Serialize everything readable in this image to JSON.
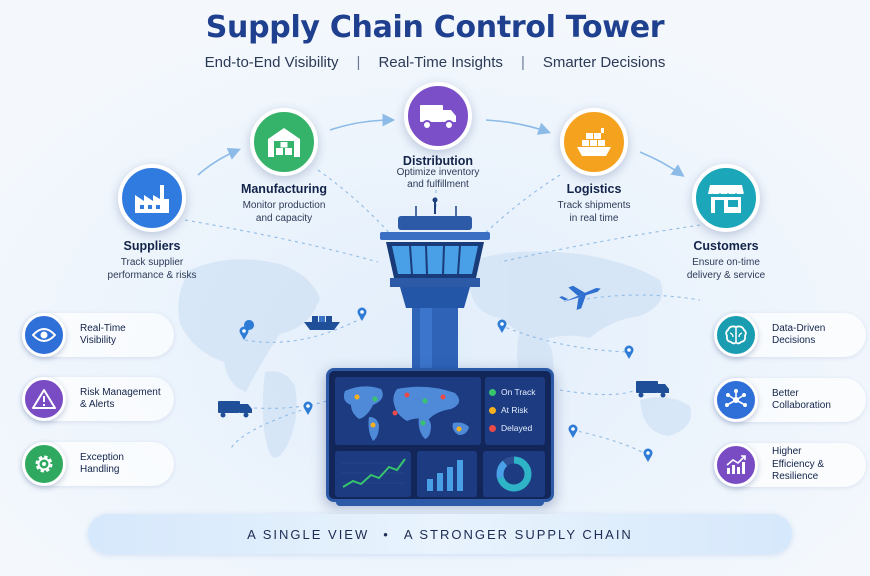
{
  "title": "Supply Chain Control Tower",
  "subtitle": [
    "End-to-End Visibility",
    "Real-Time Insights",
    "Smarter Decisions"
  ],
  "subtitle_separator": "|",
  "stages": [
    {
      "label": "Suppliers",
      "desc": [
        "Track supplier",
        "performance & risks"
      ],
      "icon": "factory-icon",
      "color": "#2f7be0"
    },
    {
      "label": "Manufacturing",
      "desc": [
        "Monitor production",
        "and capacity"
      ],
      "icon": "warehouse-icon",
      "color": "#35b36a"
    },
    {
      "label": "Distribution",
      "desc": [
        "Optimize inventory",
        "and fulfillment"
      ],
      "icon": "truck-icon",
      "color": "#7b4fc7"
    },
    {
      "label": "Logistics",
      "desc": [
        "Track shipments",
        "in real time"
      ],
      "icon": "cargo-ship-icon",
      "color": "#f5a21f"
    },
    {
      "label": "Customers",
      "desc": [
        "Ensure on-time",
        "delivery & service"
      ],
      "icon": "storefront-icon",
      "color": "#1ba6b9"
    }
  ],
  "features_left": [
    {
      "label": [
        "Real-Time",
        "Visibility"
      ],
      "icon": "eye-icon",
      "color": "#2f6fd8"
    },
    {
      "label": [
        "Risk Management",
        "& Alerts"
      ],
      "icon": "warning-icon",
      "color": "#7a4cc4"
    },
    {
      "label": [
        "Exception",
        "Handling"
      ],
      "icon": "gear-icon",
      "color": "#2fa860"
    }
  ],
  "features_right": [
    {
      "label": [
        "Data-Driven",
        "Decisions"
      ],
      "icon": "brain-icon",
      "color": "#1a9db0"
    },
    {
      "label": [
        "Better",
        "Collaboration"
      ],
      "icon": "network-icon",
      "color": "#2f6fd8"
    },
    {
      "label": [
        "Higher",
        "Efficiency &",
        "Resilience"
      ],
      "icon": "growth-chart-icon",
      "color": "#7a4cc4"
    }
  ],
  "dashboard": {
    "legend": [
      {
        "label": "On Track",
        "color": "#37c46d"
      },
      {
        "label": "At Risk",
        "color": "#f4b021"
      },
      {
        "label": "Delayed",
        "color": "#ea4a4a"
      }
    ]
  },
  "banner": {
    "left": "A SINGLE VIEW",
    "dot": "•",
    "right": "A STRONGER SUPPLY CHAIN"
  }
}
